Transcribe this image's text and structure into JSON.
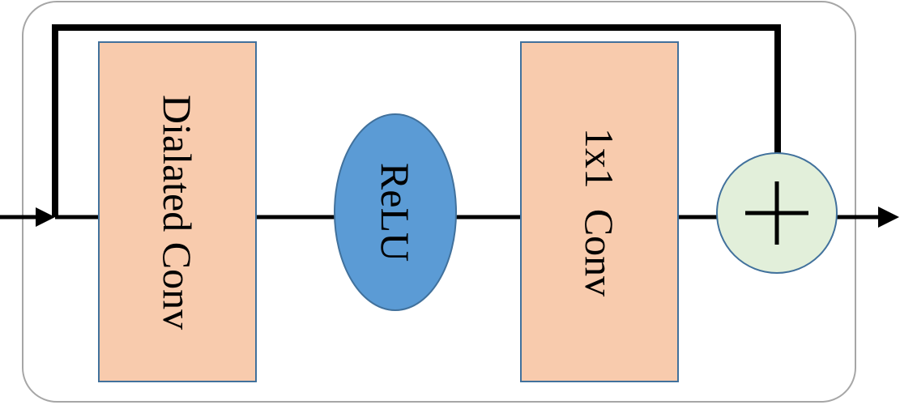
{
  "diagram": {
    "blocks": {
      "dilated_conv": {
        "label": "Dialated Conv",
        "fill": "#F8CBAD",
        "stroke": "#41719C"
      },
      "relu": {
        "label": "ReLU",
        "fill": "#5B9BD5",
        "stroke": "#41719C"
      },
      "conv_1x1": {
        "label": "1x1  Conv",
        "fill": "#F8CBAD",
        "stroke": "#41719C"
      },
      "add": {
        "symbol": "+",
        "fill": "#E2EFDA",
        "stroke": "#41719C"
      }
    },
    "container": {
      "stroke": "#A6A6A6"
    },
    "line_color": "#000000"
  }
}
